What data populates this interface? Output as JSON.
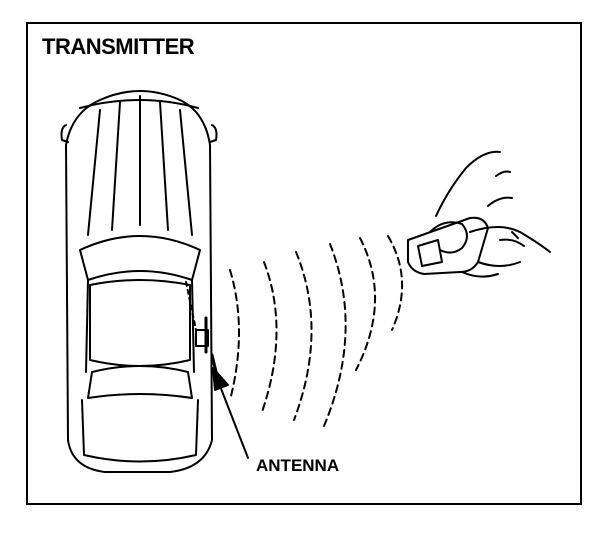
{
  "diagram": {
    "title": "TRANSMITTER",
    "callout": "ANTENNA"
  },
  "icons": [
    "car-top-view",
    "remote-transmitter-in-hand",
    "radio-waves",
    "pointer-arrow"
  ],
  "colors": {
    "line": "#000000",
    "background": "#ffffff"
  }
}
